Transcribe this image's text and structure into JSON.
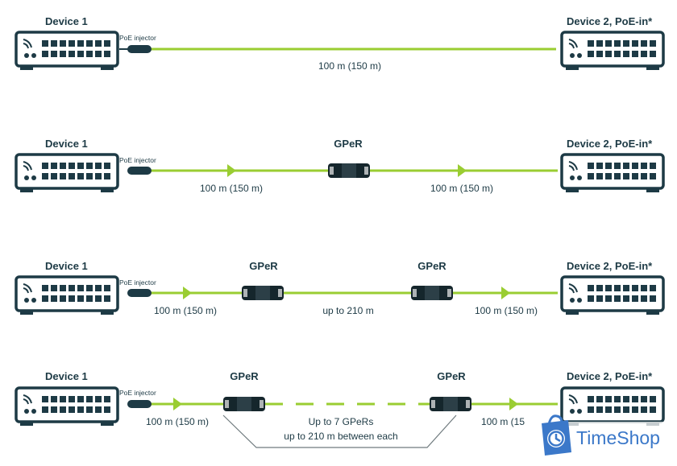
{
  "colors": {
    "cable": "#9acd32",
    "device": "#1d3a45",
    "text": "#1d3a45",
    "brand": "#3b78c9"
  },
  "rows": [
    {
      "device1": "Device 1",
      "injector": "PoE injector",
      "device2": "Device 2, PoE-in*",
      "gpers": [],
      "distances": [
        "100 m (150 m)"
      ]
    },
    {
      "device1": "Device 1",
      "injector": "PoE injector",
      "device2": "Device 2, PoE-in*",
      "gpers": [
        "GPeR"
      ],
      "distances": [
        "100 m (150 m)",
        "100 m (150 m)"
      ]
    },
    {
      "device1": "Device 1",
      "injector": "PoE injector",
      "device2": "Device 2, PoE-in*",
      "gpers": [
        "GPeR",
        "GPeR"
      ],
      "distances": [
        "100 m (150 m)",
        "up to 210 m",
        "100 m (150 m)"
      ]
    },
    {
      "device1": "Device 1",
      "injector": "PoE injector",
      "device2": "Device 2, PoE-in*",
      "gpers": [
        "GPeR",
        "GPeR"
      ],
      "distances": [
        "100 m (150 m)",
        "100 m (15"
      ],
      "chain_note_1": "Up to 7 GPeRs",
      "chain_note_2": "up to 210 m between each"
    }
  ],
  "watermark": {
    "brand": "TimeShop",
    "icon": "clock-bag-icon"
  }
}
